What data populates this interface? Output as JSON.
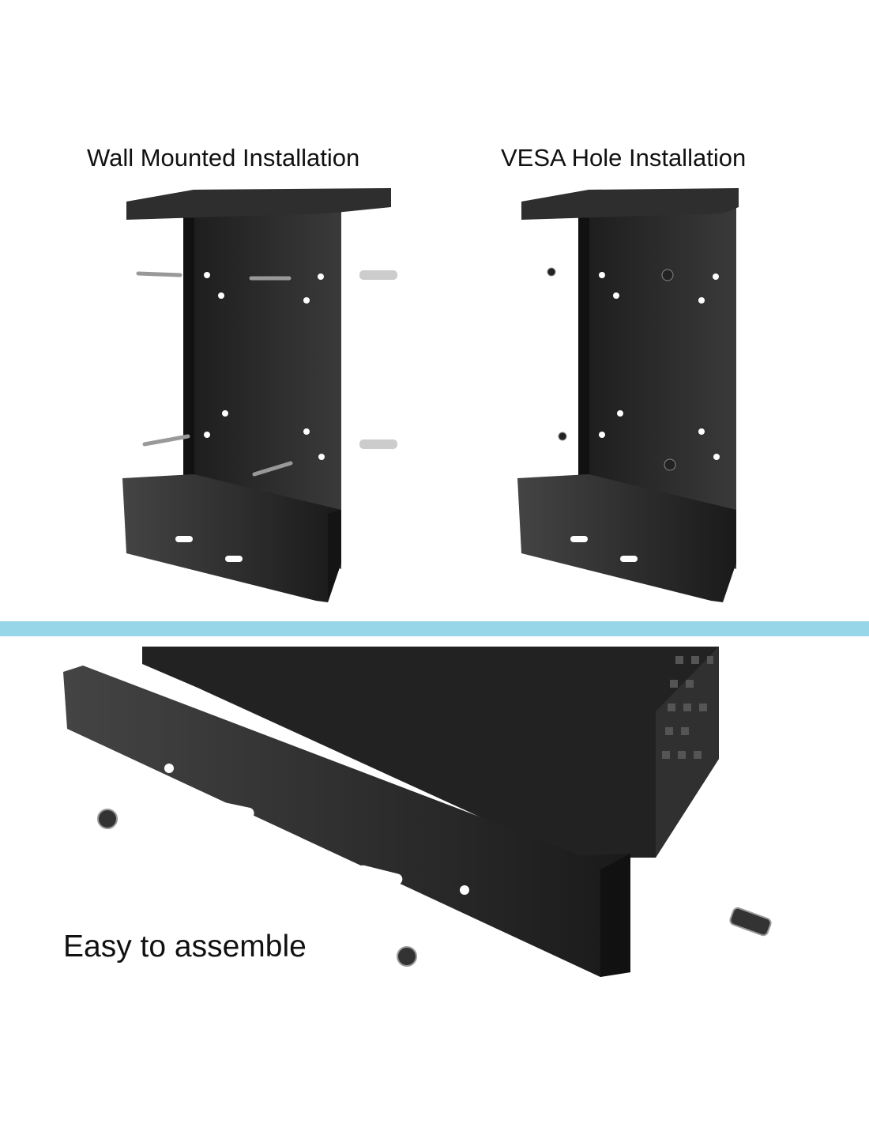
{
  "captions": {
    "wall": "Wall Mounted Installation",
    "vesa": "VESA Hole Installation",
    "assemble": "Easy to assemble"
  },
  "colors": {
    "divider": "#96d6e8",
    "metal": "#2a2a2a"
  }
}
